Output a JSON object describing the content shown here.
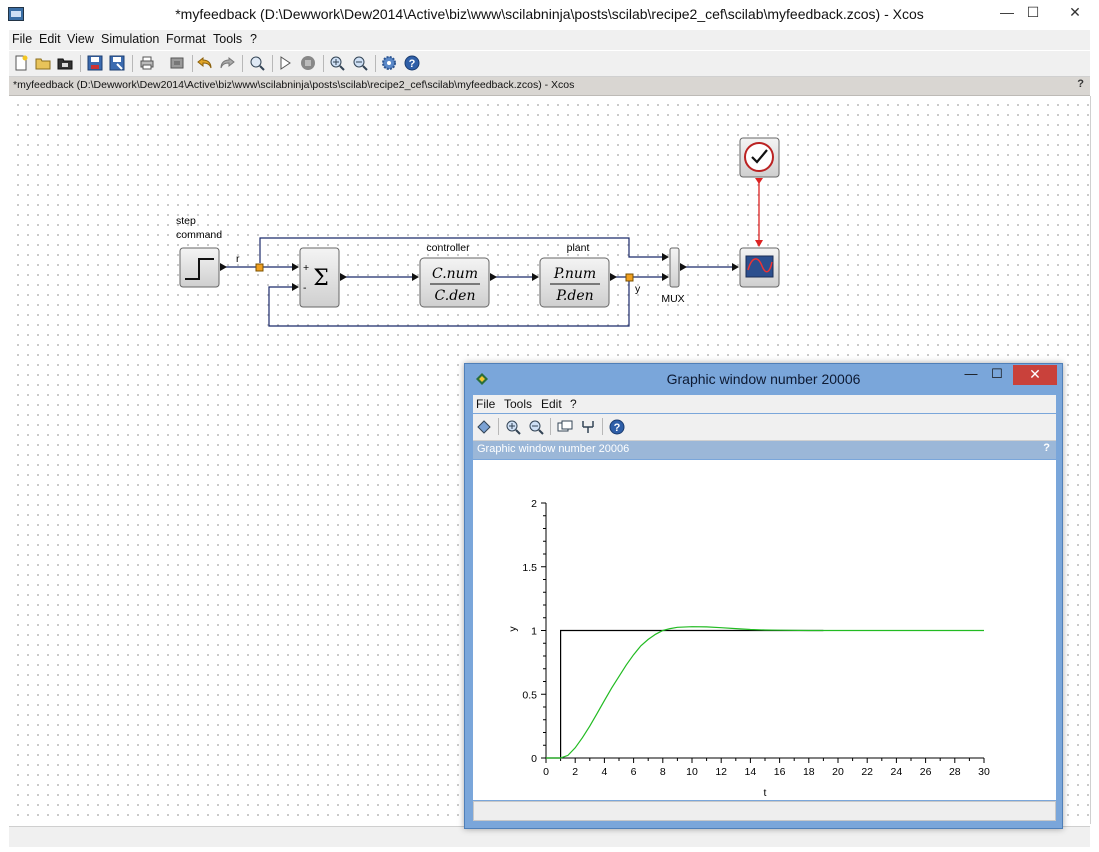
{
  "window": {
    "title": "*myfeedback (D:\\Dewwork\\Dew2014\\Active\\biz\\www\\scilabninja\\posts\\scilab\\recipe2_cef\\scilab\\myfeedback.zcos) - Xcos",
    "minimize": "—",
    "maximize": "☐",
    "close": "✕"
  },
  "menubar": {
    "items": [
      "File",
      "Edit",
      "View",
      "Simulation",
      "Format",
      "Tools",
      "?"
    ]
  },
  "tab": {
    "title": "*myfeedback (D:\\Dewwork\\Dew2014\\Active\\biz\\www\\scilabninja\\posts\\scilab\\recipe2_cef\\scilab\\myfeedback.zcos) - Xcos",
    "help": "?"
  },
  "diagram": {
    "step_label_1": "step",
    "step_label_2": "command",
    "signal_r": "r",
    "signal_y": "y",
    "sum_symbol": "Σ",
    "sum_plus": "+",
    "sum_minus": "-",
    "controller_label": "controller",
    "controller_num": "C.num",
    "controller_den": "C.den",
    "plant_label": "plant",
    "plant_num": "P.num",
    "plant_den": "P.den",
    "mux_label": "MUX"
  },
  "graphic_window": {
    "title": "Graphic window number 20006",
    "menu": [
      "File",
      "Tools",
      "Edit",
      "?"
    ],
    "tab_title": "Graphic window number 20006",
    "tab_help": "?"
  },
  "chart_data": {
    "type": "line",
    "xlabel": "t",
    "ylabel": "y",
    "xlim": [
      0,
      30
    ],
    "ylim": [
      0,
      2
    ],
    "xticks": [
      0,
      2,
      4,
      6,
      8,
      10,
      12,
      14,
      16,
      18,
      20,
      22,
      24,
      26,
      28,
      30
    ],
    "yticks": [
      0,
      0.5,
      1,
      1.5,
      2
    ],
    "grid": false,
    "series": [
      {
        "color": "#000000",
        "x": [
          0,
          1,
          1,
          19
        ],
        "y": [
          0,
          0,
          1,
          1
        ]
      },
      {
        "color": "#22bb22",
        "x": [
          0,
          1,
          1.5,
          2,
          2.5,
          3,
          3.5,
          4,
          4.5,
          5,
          5.5,
          6,
          6.5,
          7,
          7.5,
          8,
          8.5,
          9,
          10,
          11,
          12,
          13,
          14,
          15,
          16,
          18,
          20,
          25,
          30
        ],
        "y": [
          0,
          0,
          0.02,
          0.08,
          0.16,
          0.25,
          0.35,
          0.45,
          0.55,
          0.64,
          0.73,
          0.81,
          0.88,
          0.93,
          0.97,
          1.0,
          1.015,
          1.025,
          1.03,
          1.028,
          1.022,
          1.015,
          1.008,
          1.004,
          1.002,
          1.0,
          1.0,
          1.0,
          1.0
        ]
      }
    ]
  }
}
